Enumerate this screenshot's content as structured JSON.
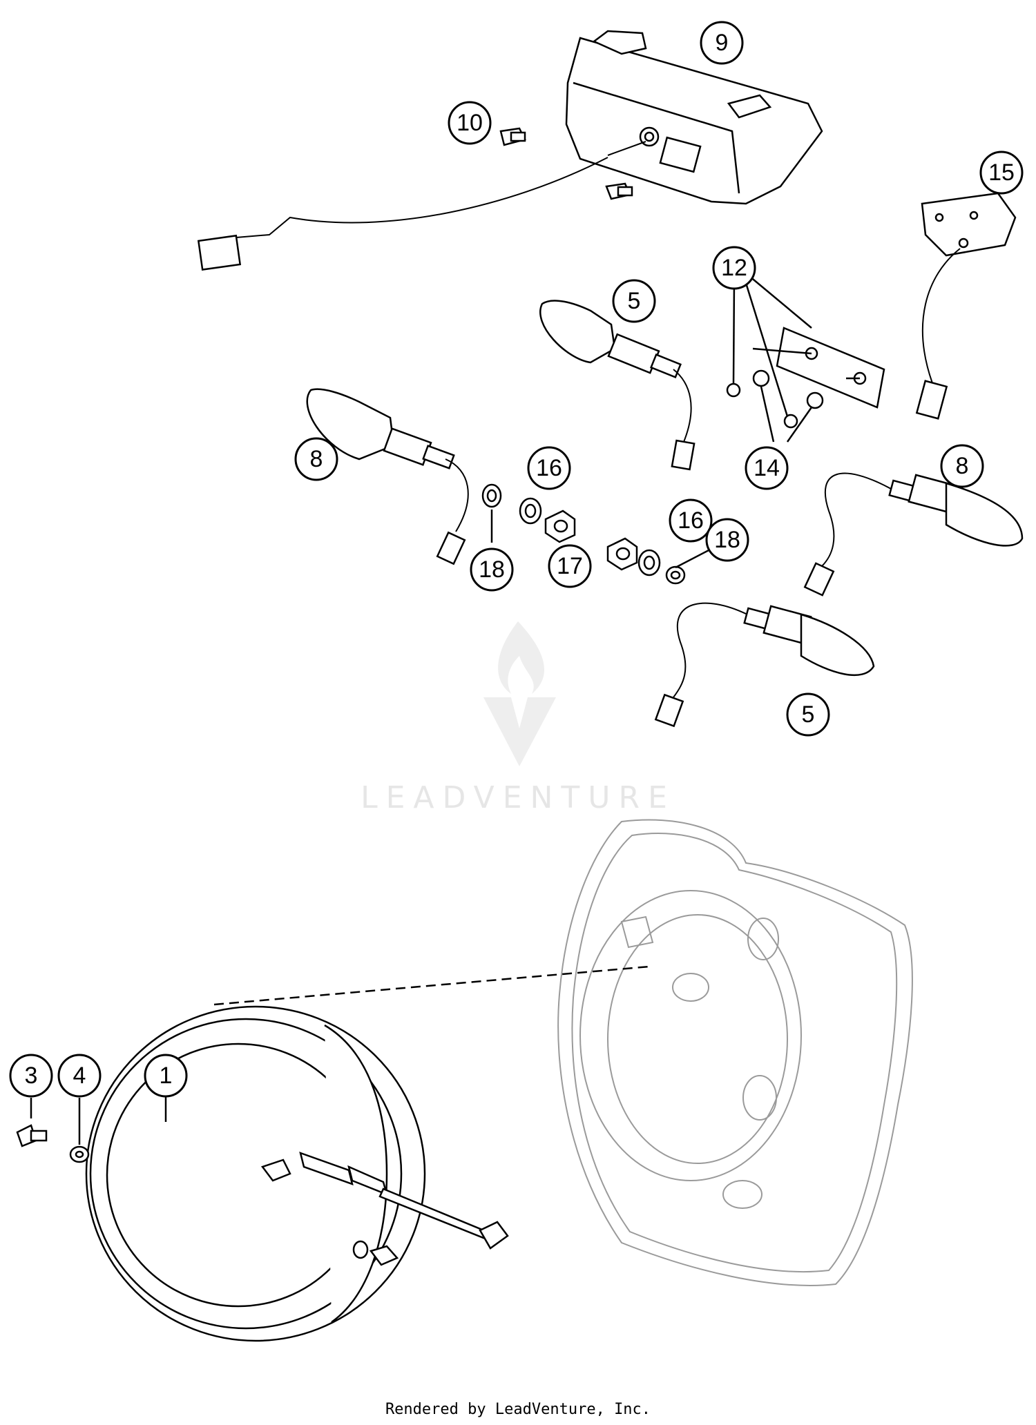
{
  "watermark": {
    "text": "LEADVENTURE"
  },
  "footer": {
    "text": "Rendered by LeadVenture, Inc."
  },
  "callouts": [
    {
      "id": "c9",
      "label": "9"
    },
    {
      "id": "c10",
      "label": "10"
    },
    {
      "id": "c15",
      "label": "15"
    },
    {
      "id": "c12",
      "label": "12"
    },
    {
      "id": "c5a",
      "label": "5"
    },
    {
      "id": "c8a",
      "label": "8"
    },
    {
      "id": "c16a",
      "label": "16"
    },
    {
      "id": "c14",
      "label": "14"
    },
    {
      "id": "c8b",
      "label": "8"
    },
    {
      "id": "c16b",
      "label": "16"
    },
    {
      "id": "c18b",
      "label": "18"
    },
    {
      "id": "c18a",
      "label": "18"
    },
    {
      "id": "c17",
      "label": "17"
    },
    {
      "id": "c5b",
      "label": "5"
    },
    {
      "id": "c3",
      "label": "3"
    },
    {
      "id": "c4",
      "label": "4"
    },
    {
      "id": "c1",
      "label": "1"
    }
  ]
}
